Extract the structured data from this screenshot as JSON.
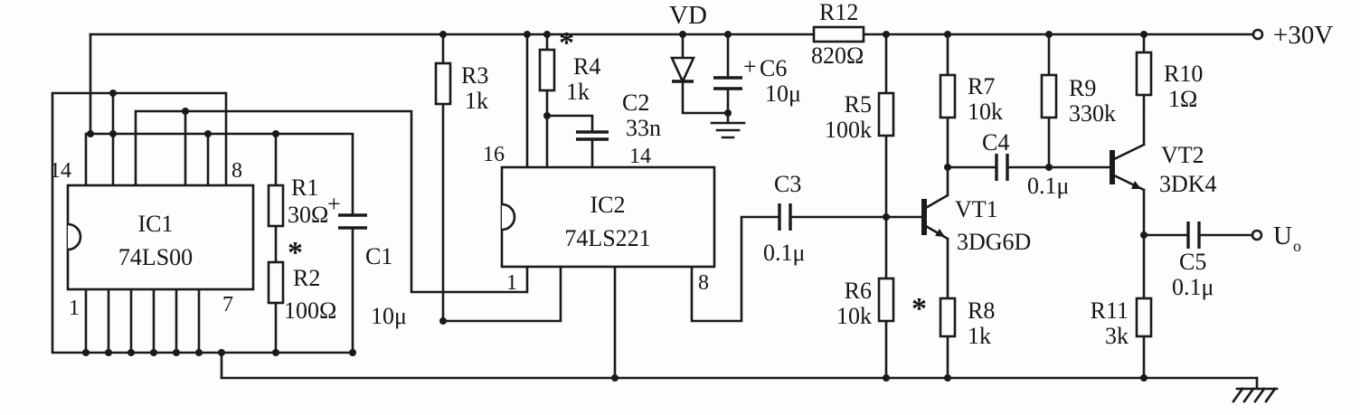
{
  "power": {
    "vcc_label": "+30V",
    "diode_ref": "VD"
  },
  "output": {
    "symbol": "U",
    "subscript": "o"
  },
  "ic1": {
    "ref": "IC1",
    "part": "74LS00",
    "pin_tl": "14",
    "pin_tr": "8",
    "pin_bl": "1",
    "pin_br": "7"
  },
  "ic2": {
    "ref": "IC2",
    "part": "74LS221",
    "pin_tl": "16",
    "pin_tr": "14",
    "pin_bl": "1",
    "pin_br": "8"
  },
  "r": {
    "r1": {
      "ref": "R1",
      "value": "30Ω"
    },
    "r2": {
      "ref": "R2",
      "value": "100Ω",
      "star": "*"
    },
    "r3": {
      "ref": "R3",
      "value": "1k"
    },
    "r4": {
      "ref": "R4",
      "value": "1k",
      "star": "*"
    },
    "r5": {
      "ref": "R5",
      "value": "100k"
    },
    "r6": {
      "ref": "R6",
      "value": "10k"
    },
    "r7": {
      "ref": "R7",
      "value": "10k"
    },
    "r8": {
      "ref": "R8",
      "value": "1k",
      "star": "*"
    },
    "r9": {
      "ref": "R9",
      "value": "330k"
    },
    "r10": {
      "ref": "R10",
      "value": "1Ω"
    },
    "r11": {
      "ref": "R11",
      "value": "3k"
    },
    "r12": {
      "ref": "R12",
      "value": "820Ω"
    }
  },
  "c": {
    "c1": {
      "ref": "C1",
      "value": "10μ",
      "polarity": "+"
    },
    "c2": {
      "ref": "C2",
      "value": "33n"
    },
    "c3": {
      "ref": "C3",
      "value": "0.1μ"
    },
    "c4": {
      "ref": "C4",
      "value": "0.1μ"
    },
    "c5": {
      "ref": "C5",
      "value": "0.1μ"
    },
    "c6": {
      "ref": "C6",
      "value": "10μ",
      "polarity": "+"
    }
  },
  "q": {
    "vt1": {
      "ref": "VT1",
      "part": "3DG6D"
    },
    "vt2": {
      "ref": "VT2",
      "part": "3DK4"
    }
  }
}
